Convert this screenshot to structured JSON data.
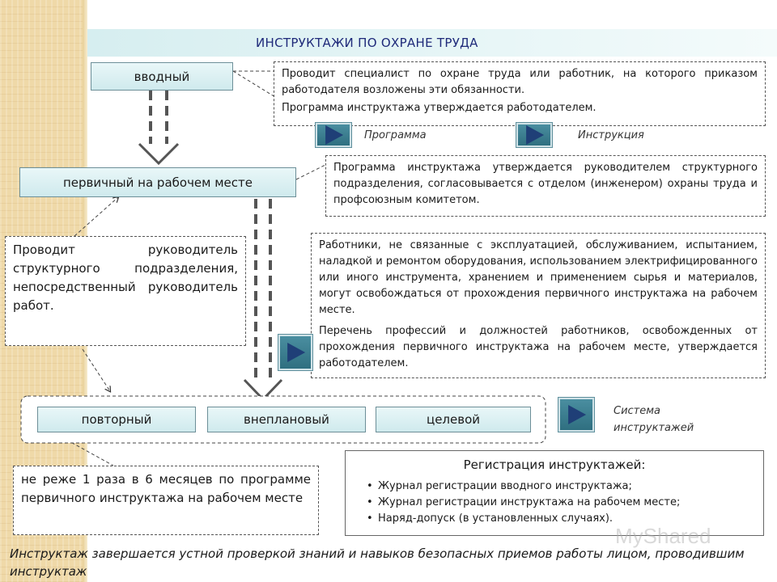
{
  "title": "ИНСТРУКТАЖИ ПО ОХРАНЕ ТРУДА",
  "types": {
    "vvodny": "вводный",
    "pervichny": "первичный на рабочем месте",
    "povtorny": "повторный",
    "vneplanovy": "внеплановый",
    "tselevoy": "целевой"
  },
  "notes": {
    "vvodny_p1": "Проводит специалист по охране труда или работник, на которого приказом работодателя возложены эти обязанности.",
    "vvodny_p2": "Программа инструктажа утверждается работодателем.",
    "pervichny_program": "Программа инструктажа утверждается руководителем структурного подразделения, согласовывается с отделом (инженером) охраны труда и профсоюзным комитетом.",
    "conducts": "Проводит руководитель структурного подразделения, непосредственный руководитель работ.",
    "exempt_p1": "Работники, не связанные с эксплуатацией, обслуживанием, испытанием, наладкой и ремонтом оборудования, использованием электрифицированного или иного инструмента, хранением и применением сырья и материалов, могут освобождаться от прохождения первичного инструктажа на рабочем месте.",
    "exempt_p2": "Перечень профессий и должностей работников, освобожденных от прохождения первичного инструктажа на рабочем месте, утверждается работодателем.",
    "repeat": "не реже 1 раза в 6 месяцев по программе первичного инструктажа на рабочем месте"
  },
  "captions": {
    "program": "Программа",
    "instruction": "Инструкция",
    "system_line1": "Система",
    "system_line2": "инструктажей"
  },
  "registration": {
    "title": "Регистрация инструктажей:",
    "items": [
      "Журнал регистрации вводного инструктажа;",
      "Журнал регистрации инструктажа на рабочем месте;",
      "Наряд-допуск (в установленных случаях)."
    ]
  },
  "footer": "Инструктаж завершается устной проверкой знаний и навыков безопасных приемов работы лицом, проводившим инструктаж",
  "watermark": "MyShared",
  "colors": {
    "box_fill": "#d6eef0",
    "title_text": "#1f2a7a",
    "nav_button": "#3a7f91"
  }
}
